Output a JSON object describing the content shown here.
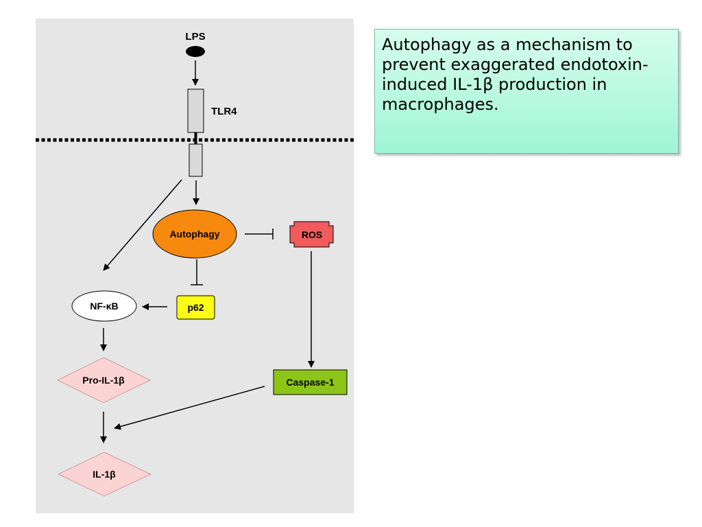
{
  "colors": {
    "panel": "#e6e6e6",
    "autophagy": "#f7890e",
    "ros": "#f15b5b",
    "p62": "#fcfc14",
    "caspase": "#8dc516",
    "il1b_diamond": "#fbd3d3",
    "receptor": "#d9d9d9"
  },
  "nodes": {
    "lps": "LPS",
    "tlr4": "TLR4",
    "autophagy": "Autophagy",
    "ros": "ROS",
    "nfkb": "NF-κB",
    "p62": "p62",
    "pro_il1b": "Pro-IL-1β",
    "caspase1": "Caspase-1",
    "il1b": "IL-1β"
  },
  "caption": "Autophagy as a mechanism to prevent exaggerated endotoxin-induced IL-1β production in macrophages."
}
